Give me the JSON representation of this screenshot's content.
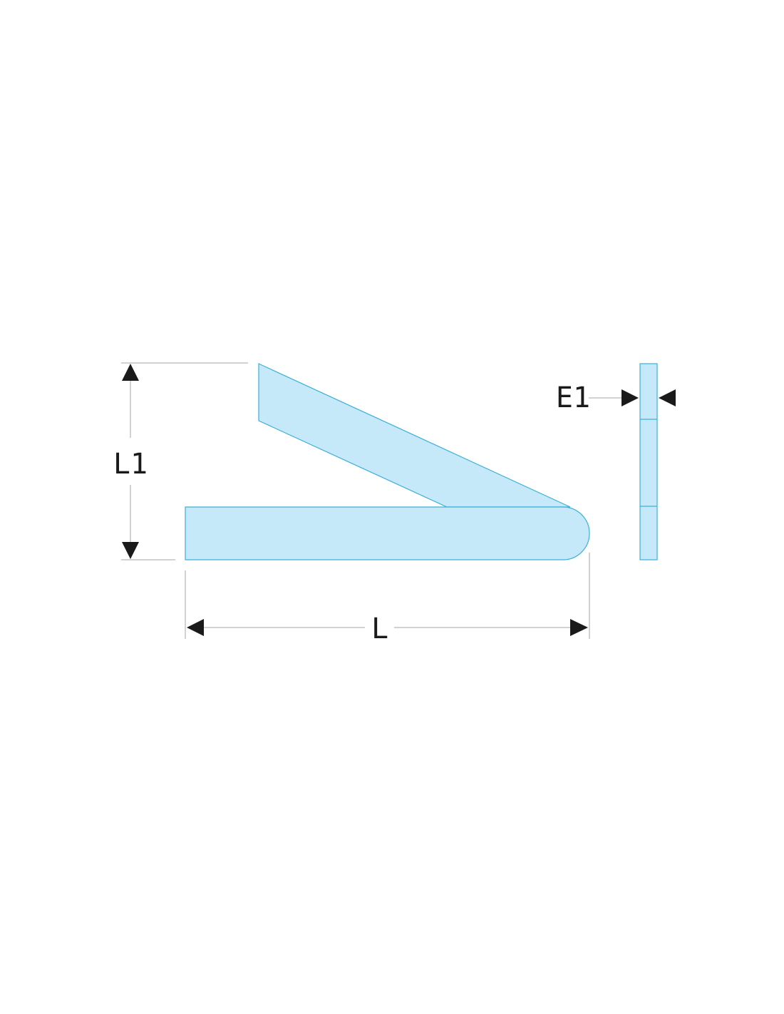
{
  "colors": {
    "part_fill": "#c6e9fa",
    "part_stroke": "#3eafd8",
    "dimension_line": "#a6a6a6",
    "arrow_and_text": "#1a1a1a",
    "background": "#ffffff"
  },
  "dimensions": {
    "length_label": "L",
    "height_label": "L1",
    "thickness_label": "E1"
  }
}
